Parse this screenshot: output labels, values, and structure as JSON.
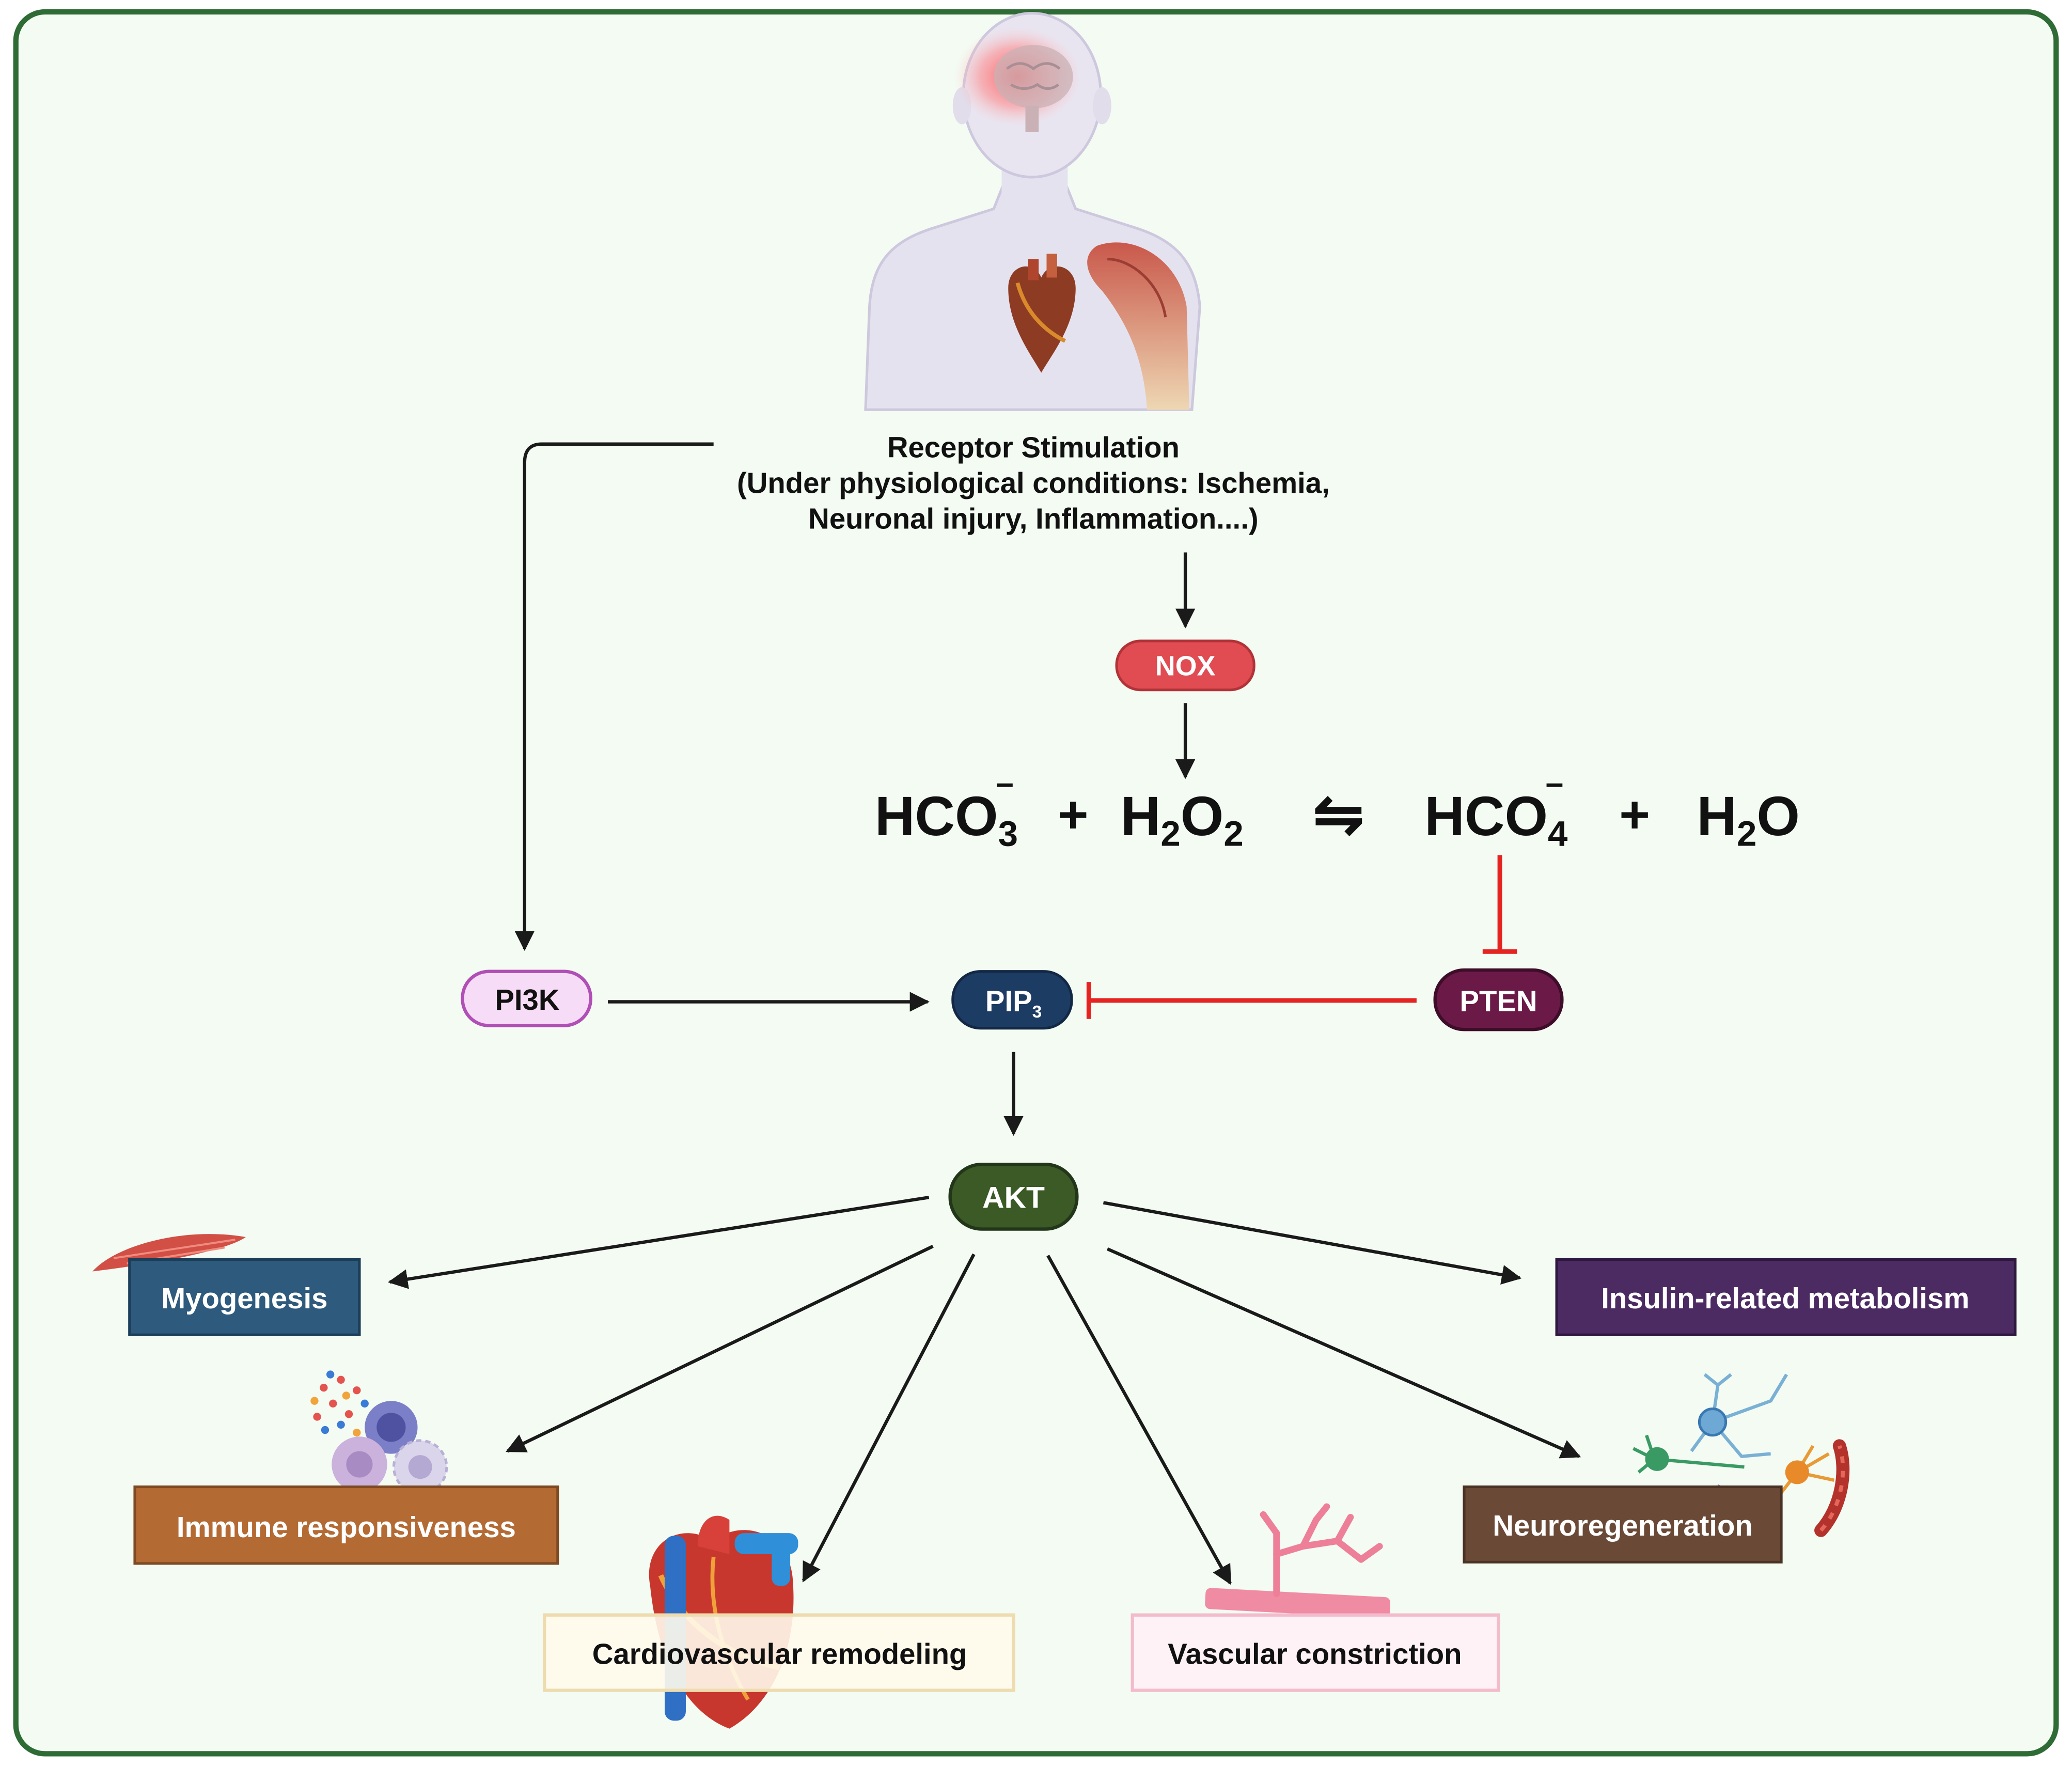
{
  "stimulus": {
    "line1": "Receptor Stimulation",
    "line2": "(Under physiological conditions: Ischemia,",
    "line3": "Neuronal injury, Inflammation....)"
  },
  "nodes": {
    "nox": "NOX",
    "pi3k": "PI3K",
    "pip3": {
      "base": "PIP",
      "sub": "3"
    },
    "pten": "PTEN",
    "akt": "AKT"
  },
  "equation": {
    "bicarbonate": {
      "base": "HCO",
      "sub": "3",
      "sup": "−"
    },
    "plus1": "+",
    "peroxide": {
      "h": "H",
      "hsub": "2",
      "o": "O",
      "osub": "2"
    },
    "equilibrium": "⇋",
    "peroxymonocarbonate": {
      "base": "HCO",
      "sub": "4",
      "sup": "−"
    },
    "plus2": "+",
    "water": {
      "h": "H",
      "hsub": "2",
      "o": "O"
    }
  },
  "outcomes": {
    "myogenesis": "Myogenesis",
    "insulin": "Insulin-related metabolism",
    "immune": "Immune responsiveness",
    "neuroregeneration": "Neuroregeneration",
    "cardiovascular": "Cardiovascular remodeling",
    "vascular": "Vascular constriction"
  },
  "colors": {
    "frame_border": "#2e6b35",
    "frame_fill": "#f3fbf3",
    "nox": "#e04c52",
    "pi3k_fill": "#f7dcf7",
    "pi3k_border": "#b04fb5",
    "pip3": "#1d3c63",
    "pten": "#6b1a48",
    "akt": "#3b5a26",
    "inhibition": "#e52421",
    "myogenesis": "#2d5a7d",
    "insulin": "#4c2b63",
    "immune": "#b46a33",
    "neuroregeneration": "#6a4a36",
    "cardiovascular_fill": "#fffbec",
    "cardiovascular_border": "#eedcaf",
    "vascular_fill": "#fff2f6",
    "vascular_border": "#f3bccd"
  },
  "icons": [
    "human-figure-icon",
    "brain-icon",
    "heart-icon",
    "shoulder-muscle-icon",
    "muscle-fiber-icon",
    "immune-cells-icon",
    "heart-anatomy-icon",
    "blood-vessel-icon",
    "neurons-icon"
  ]
}
